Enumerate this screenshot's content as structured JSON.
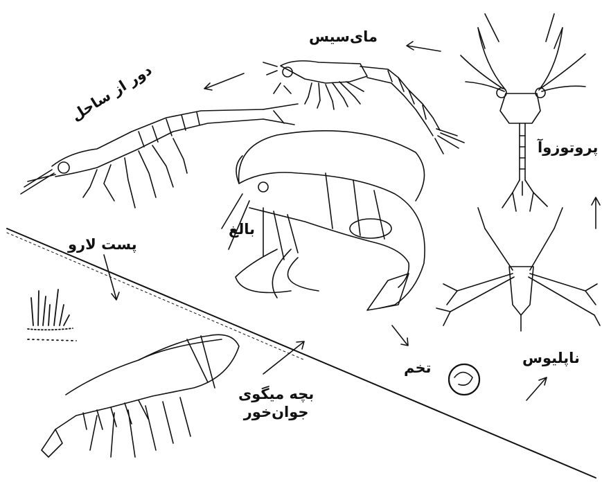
{
  "diagram": {
    "labels": {
      "mysis": "مای‌سیس",
      "offshore": "دور از ساحل",
      "protozoea": "پروتوزوآ",
      "adult": "بالغ",
      "postlarva": "پست لارو",
      "egg": "تخم",
      "nauplius": "ناپلیوس",
      "juvenile_line1": "بچه میگوی",
      "juvenile_line2": "جوان‌خور"
    },
    "colors": {
      "ink": "#111111",
      "paper": "#ffffff"
    }
  }
}
